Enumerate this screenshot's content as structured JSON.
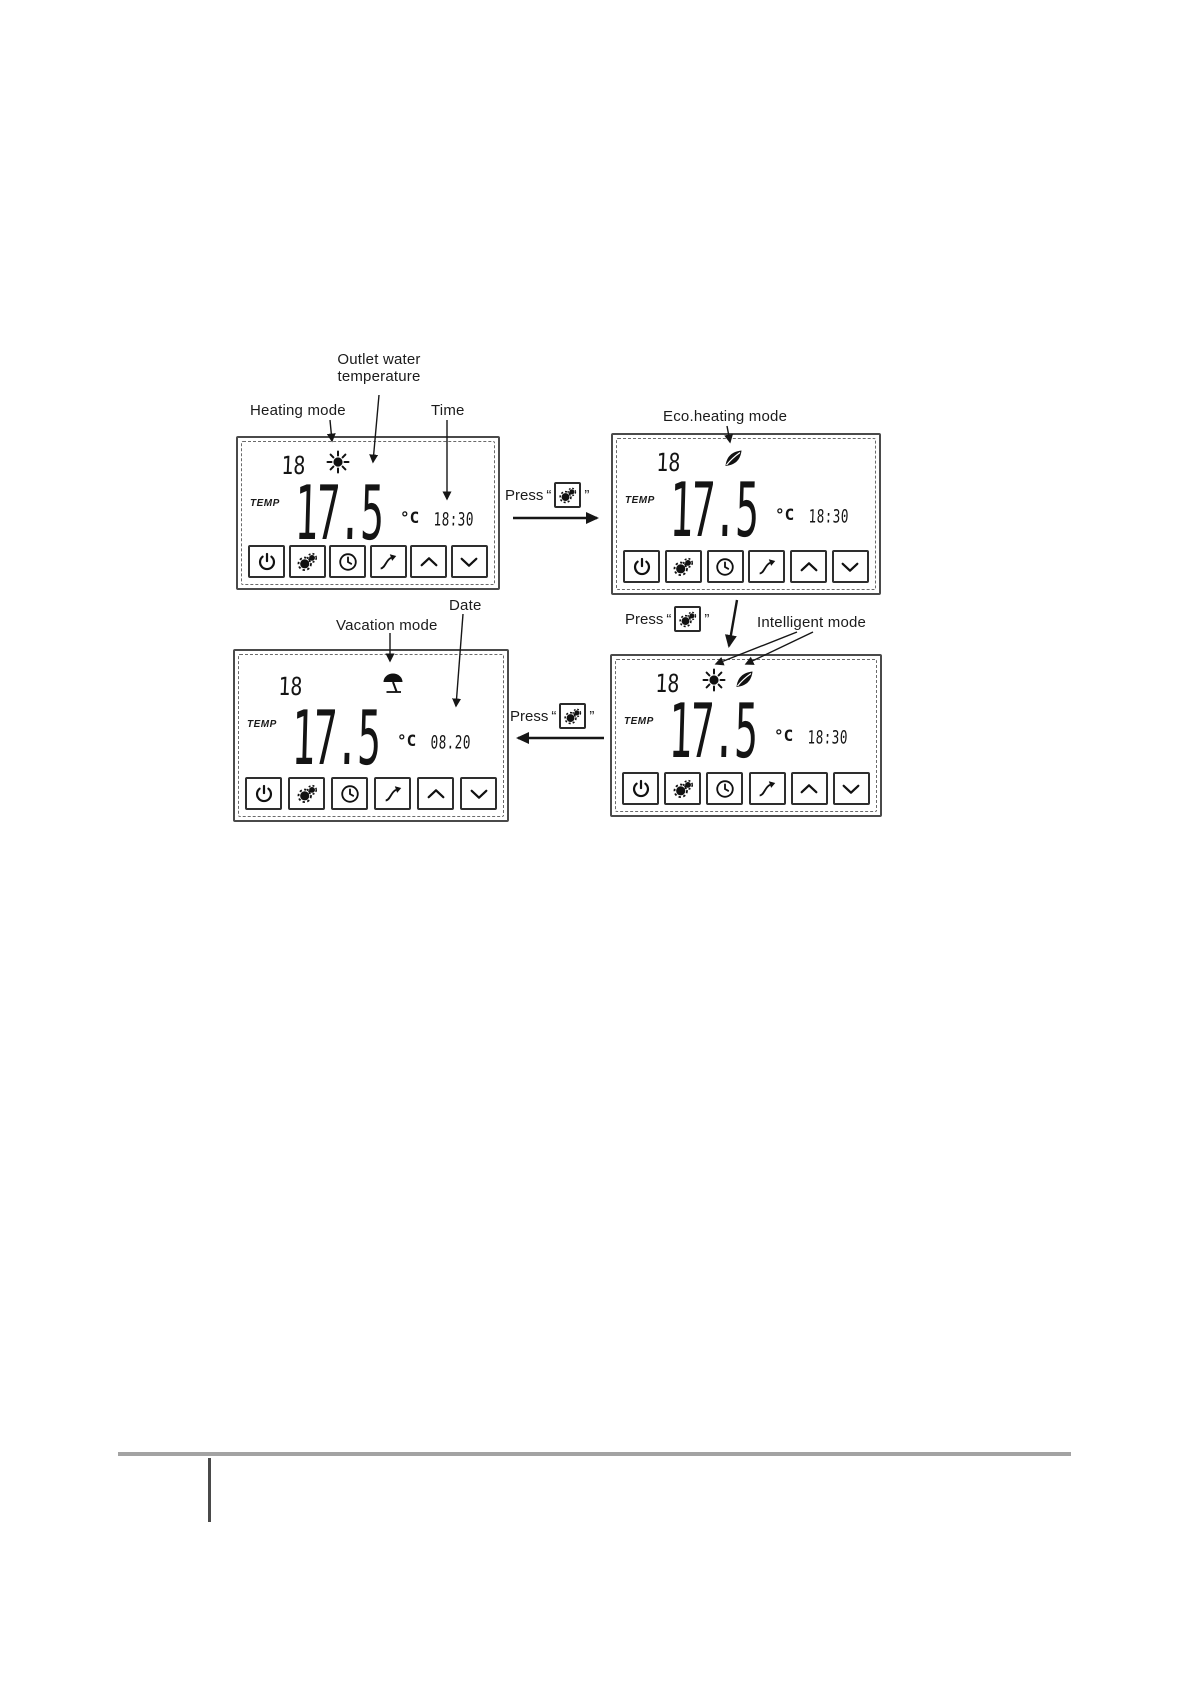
{
  "colors": {
    "ink": "#1a1a1a",
    "footer_rule": "#a3a3a3",
    "footer_tick": "#4a4a4a"
  },
  "annotations": {
    "outlet_water_temperature": "Outlet water\ntemperature",
    "heating_mode": "Heating mode",
    "time": "Time",
    "eco_heating_mode": "Eco.heating mode",
    "intelligent_mode": "Intelligent  mode",
    "vacation_mode": "Vacation mode",
    "date": "Date"
  },
  "press": {
    "label": "Press",
    "quote_open": "“",
    "quote_close": "”",
    "button_icon": "mode-gears-icon"
  },
  "panels": [
    {
      "name": "heating-mode",
      "room_setpoint": "18",
      "temp_label": "TEMP",
      "outlet_temp": "17.5",
      "unit": "°C",
      "clock": "18:30",
      "mode_icons": [
        "sun-icon"
      ]
    },
    {
      "name": "eco-heating-mode",
      "room_setpoint": "18",
      "temp_label": "TEMP",
      "outlet_temp": "17.5",
      "unit": "°C",
      "clock": "18:30",
      "mode_icons": [
        "leaf-icon"
      ]
    },
    {
      "name": "intelligent-mode",
      "room_setpoint": "18",
      "temp_label": "TEMP",
      "outlet_temp": "17.5",
      "unit": "°C",
      "clock": "18:30",
      "mode_icons": [
        "sun-icon",
        "leaf-icon"
      ]
    },
    {
      "name": "vacation-mode",
      "room_setpoint": "18",
      "temp_label": "TEMP",
      "outlet_temp": "17.5",
      "unit": "°C",
      "clock": "08.20",
      "mode_icons": [
        "umbrella-icon"
      ]
    }
  ],
  "device_buttons": [
    "power-icon",
    "mode-gears-icon",
    "clock-icon",
    "curve-icon",
    "chevron-up-icon",
    "chevron-down-icon"
  ]
}
